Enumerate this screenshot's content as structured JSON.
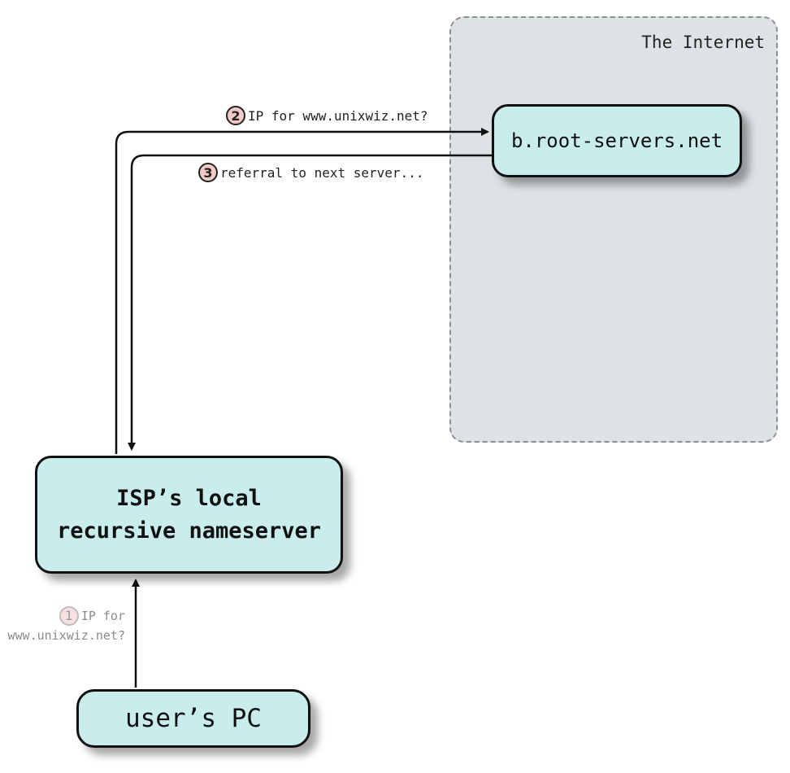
{
  "internet": {
    "label": "The Internet"
  },
  "root_server": {
    "label": "b.root-servers.net"
  },
  "isp_nameserver": {
    "line1": "ISP’s local",
    "line2": "recursive nameserver"
  },
  "user_pc": {
    "label": "user’s PC"
  },
  "steps": [
    {
      "number": "1",
      "text_line1": "IP for",
      "text_line2": "www.unixwiz.net?"
    },
    {
      "number": "2",
      "text": "IP for www.unixwiz.net?"
    },
    {
      "number": "3",
      "text": "referral to next server..."
    }
  ],
  "colors": {
    "box_fill": "#c9ecec",
    "internet_fill": "#dde3e5",
    "badge_fill": "#f2c9c7",
    "badge_fill_faded": "#f7e1e0"
  }
}
